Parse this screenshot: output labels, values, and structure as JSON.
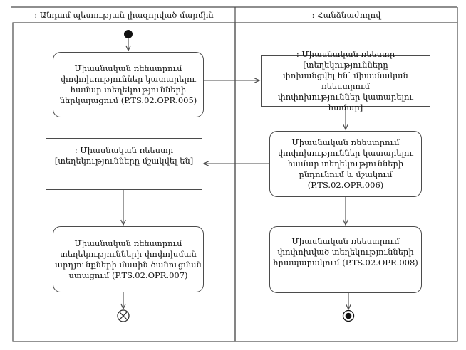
{
  "diagram": {
    "type": "uml-activity-diagram",
    "lanes": [
      {
        "title": ": Անդամ պետության լիազորված մարմին"
      },
      {
        "title": ": Հանձնաժողով"
      }
    ],
    "nodes": {
      "action_005": {
        "label": "Միասնական ռեեստրում\nփոփոխություններ կատարելու\nհամար տեղեկությունների\nներկայացում (P.TS.02.OPR.005)"
      },
      "object_transferred": {
        "label": ": Միասնական ռեեստր [տեղեկությունները\nփոխանցվել են՝ միասնական ռեեստրում\nփոփոխություններ կատարելու համար]"
      },
      "action_006": {
        "label": "Միասնական ռեեստրում\nփոփոխություններ կատարելու\nհամար տեղեկությունների\nընդունում և մշակում\n(P.TS.02.OPR.006)"
      },
      "object_processed": {
        "label": ": Միասնական ռեեստր\n[տեղեկությունները մշակվել են]"
      },
      "action_007": {
        "label": "Միասնական ռեեստրում\nտեղեկությունների փոփոխման\nարդյունքների մասին ծանուցման\nստացում (P.TS.02.OPR.007)"
      },
      "action_008": {
        "label": "Միասնական ռեեստրում\nփոփոխված տեղեկությունների\nհրապարակում (P.TS.02.OPR.008)"
      }
    },
    "colors": {
      "line": "#4b4b4b",
      "text": "#141414",
      "background": "#ffffff"
    }
  }
}
